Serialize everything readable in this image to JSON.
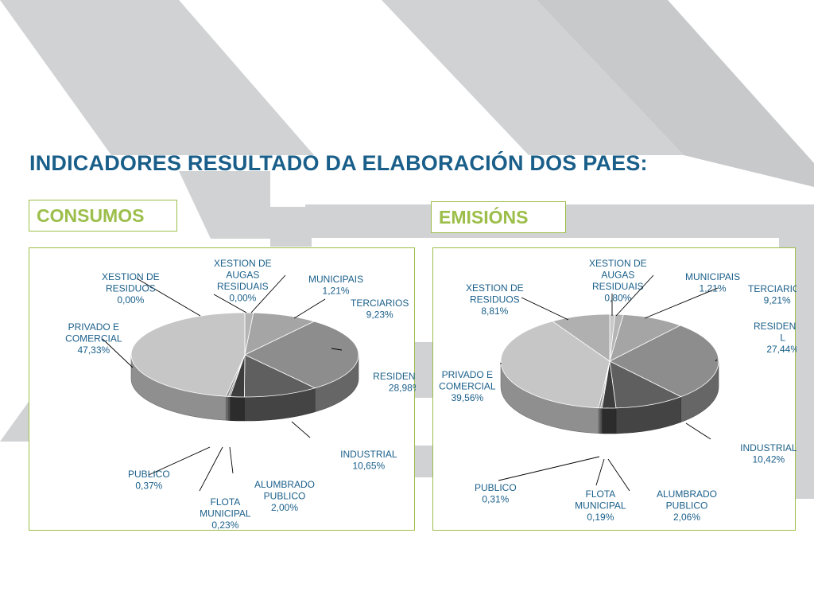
{
  "page": {
    "title": "INDICADORES RESULTADO DA ELABORACIÓN DOS PAES:"
  },
  "colors": {
    "title": "#1a5f8a",
    "accent": "#9cbe4a",
    "label": "#1a5f8a"
  },
  "chart_data": [
    {
      "type": "pie",
      "section_label": "CONSUMOS",
      "slices": [
        {
          "label": [
            "XESTION DE",
            "AUGAS",
            "RESIDUAIS",
            "0,00%"
          ],
          "value": 0.0
        },
        {
          "label": [
            "MUNICIPAIS",
            "1,21%"
          ],
          "value": 1.21
        },
        {
          "label": [
            "TERCIARIOS",
            "9,23%"
          ],
          "value": 9.23
        },
        {
          "label": [
            "RESIDENCIAL",
            "28,98%"
          ],
          "value": 28.98
        },
        {
          "label": [
            "INDUSTRIAL",
            "10,65%"
          ],
          "value": 10.65
        },
        {
          "label": [
            "ALUMBRADO",
            "PUBLICO",
            "2,00%"
          ],
          "value": 2.0
        },
        {
          "label": [
            "FLOTA",
            "MUNICIPAL",
            "0,23%"
          ],
          "value": 0.23
        },
        {
          "label": [
            "PUBLICO",
            "0,37%"
          ],
          "value": 0.37
        },
        {
          "label": [
            "PRIVADO E",
            "COMERCIAL",
            "47,33%"
          ],
          "value": 47.33
        },
        {
          "label": [
            "XESTION DE",
            "RESIDUOS",
            "0,00%"
          ],
          "value": 0.0
        }
      ]
    },
    {
      "type": "pie",
      "section_label": "EMISIÓNS",
      "slices": [
        {
          "label": [
            "XESTION DE",
            "AUGAS",
            "RESIDUAIS",
            "0,80%"
          ],
          "value": 0.8
        },
        {
          "label": [
            "MUNICIPAIS",
            "1,21%"
          ],
          "value": 1.21
        },
        {
          "label": [
            "TERCIARIOS",
            "9,21%"
          ],
          "value": 9.21
        },
        {
          "label": [
            "RESIDENCIA",
            "L",
            "27,44%"
          ],
          "value": 27.44
        },
        {
          "label": [
            "INDUSTRIAL",
            "10,42%"
          ],
          "value": 10.42
        },
        {
          "label": [
            "ALUMBRADO",
            "PUBLICO",
            "2,06%"
          ],
          "value": 2.06
        },
        {
          "label": [
            "FLOTA",
            "MUNICIPAL",
            "0,19%"
          ],
          "value": 0.19
        },
        {
          "label": [
            "PUBLICO",
            "0,31%"
          ],
          "value": 0.31
        },
        {
          "label": [
            "PRIVADO E",
            "COMERCIAL",
            "39,56%"
          ],
          "value": 39.56
        },
        {
          "label": [
            "XESTION DE",
            "RESIDUOS",
            "8,81%"
          ],
          "value": 8.81
        }
      ]
    }
  ]
}
